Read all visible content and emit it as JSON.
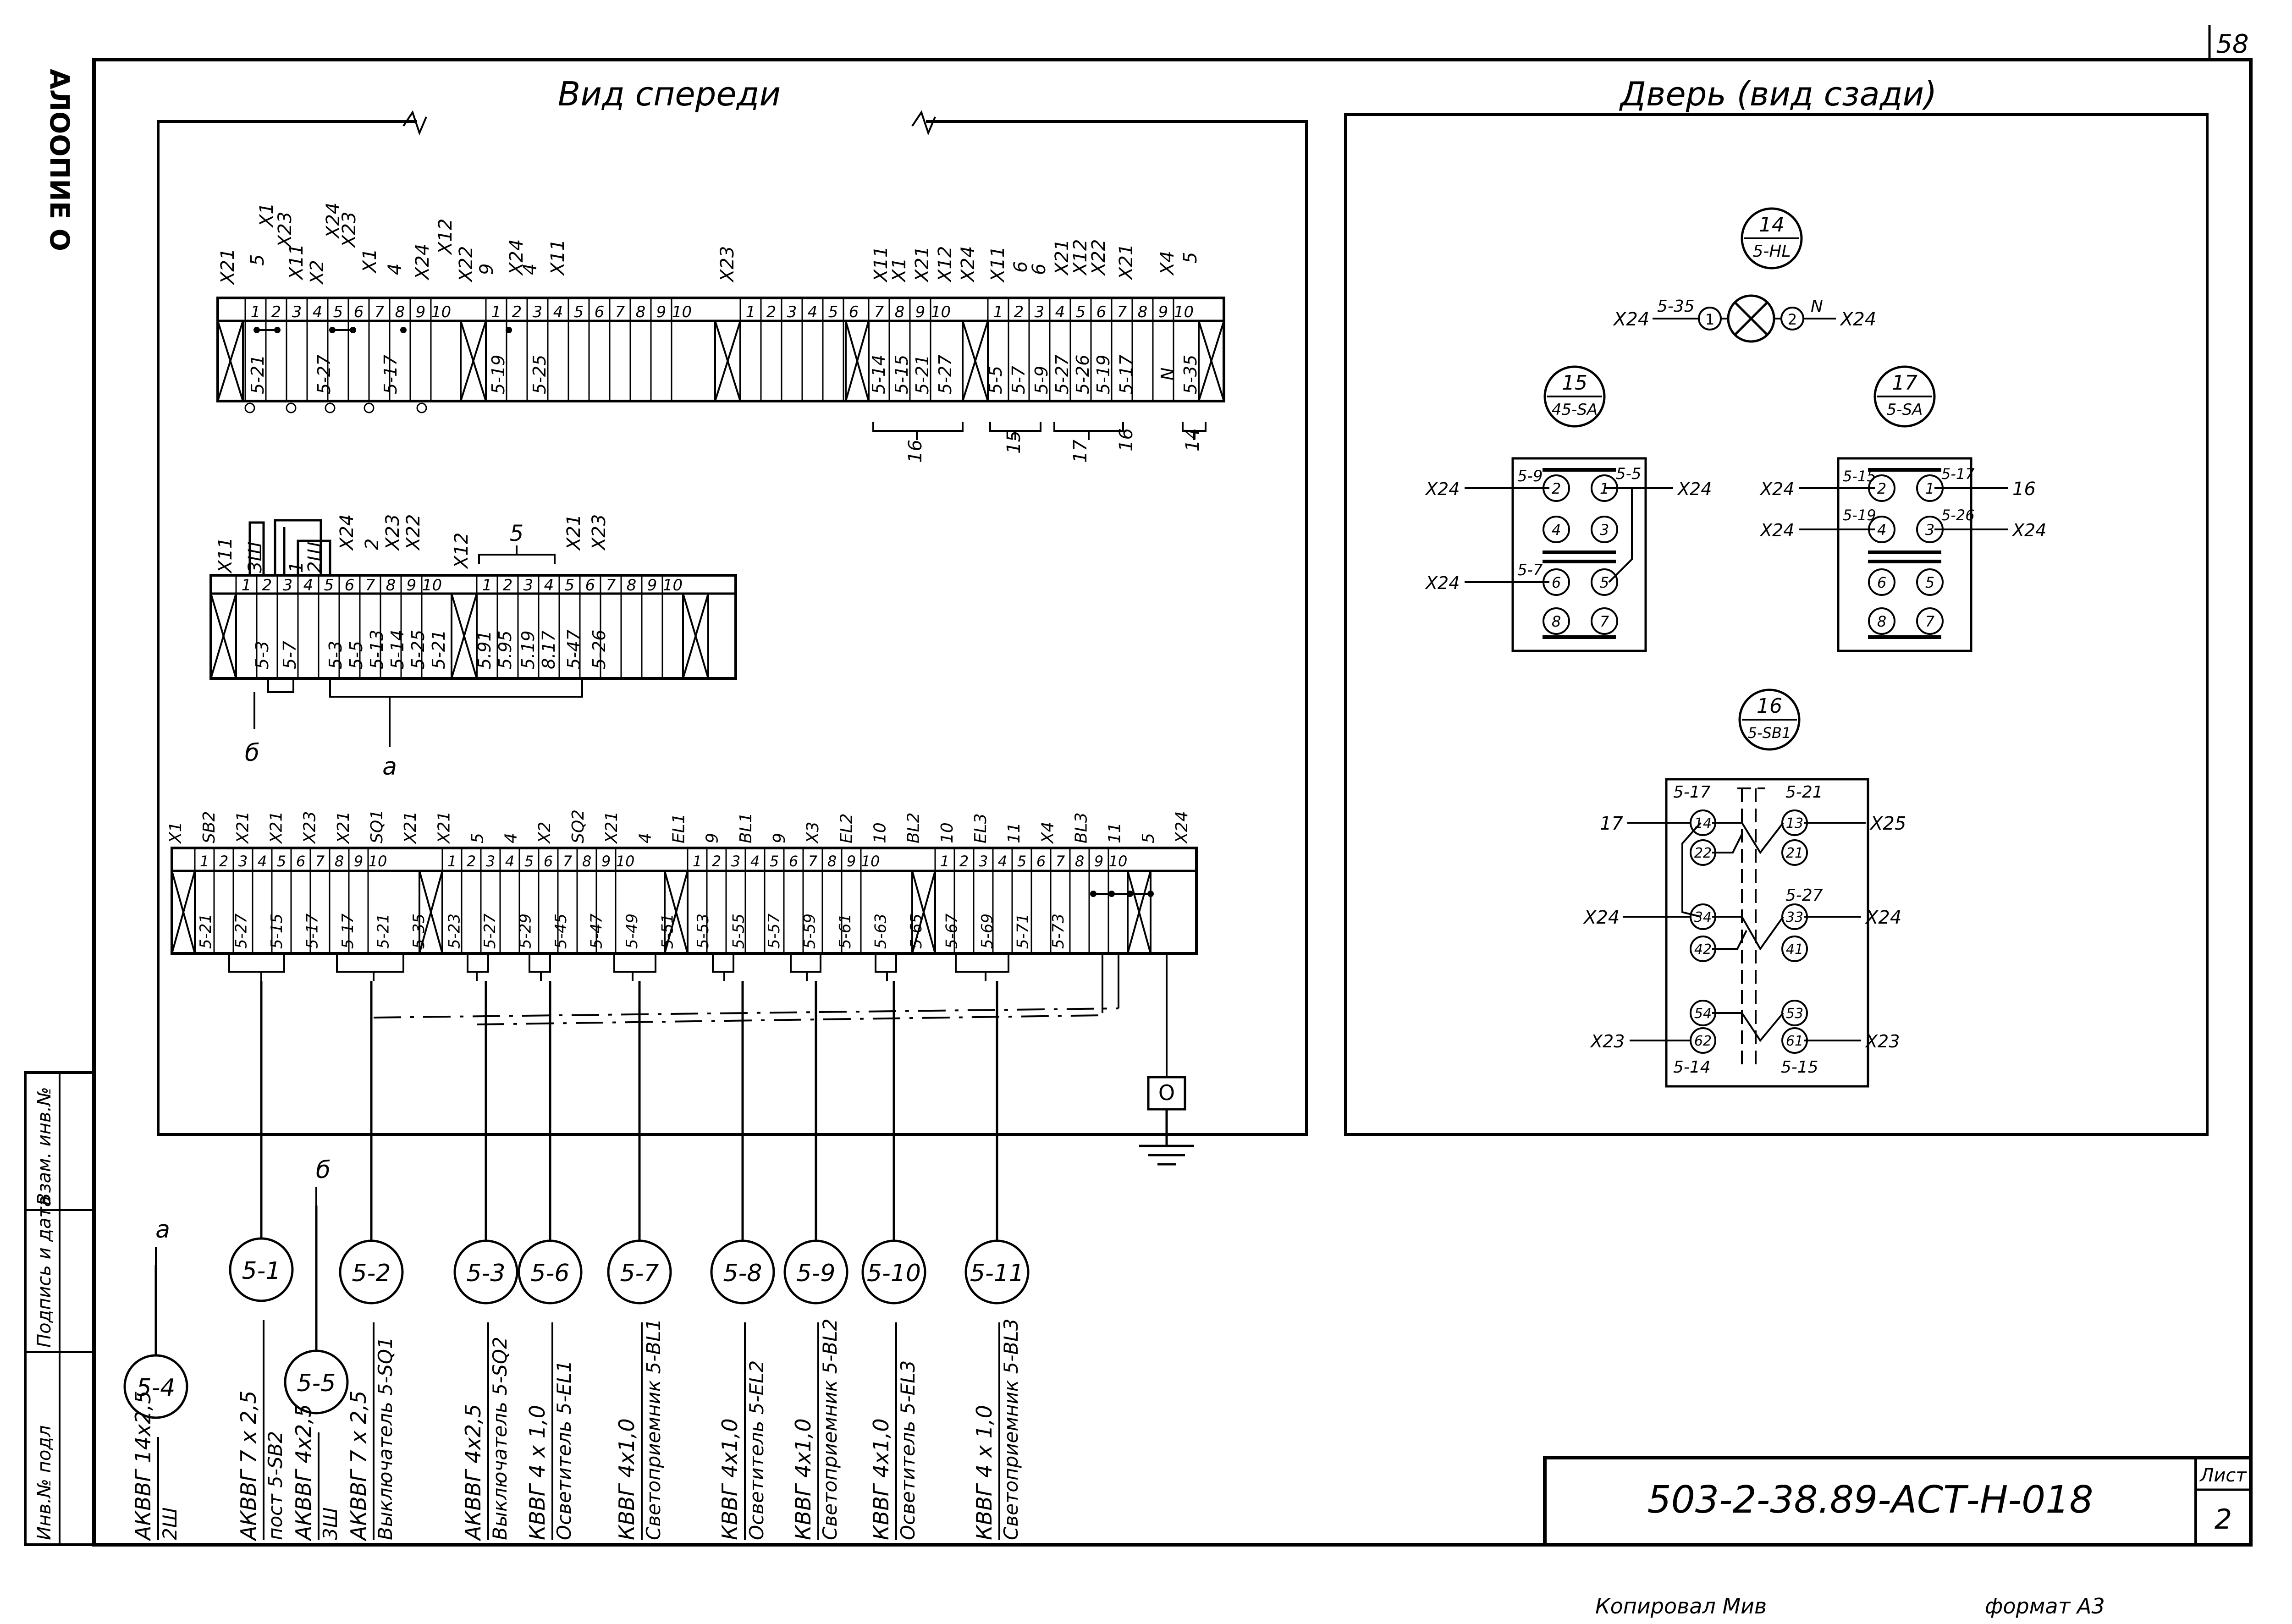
{
  "sheet": {
    "page_number": "58",
    "side_code": "АЛООПИЕ О",
    "stamp_labels": [
      "Инв.№ подл",
      "Подпись и дата",
      "Взам. инв.№"
    ],
    "title_code": "503-2-38.89-АСТ-Н-018",
    "sheet_label": "Лист",
    "sheet_number": "2",
    "footer_left": "Копировал Мив",
    "footer_right": "формат А3"
  },
  "front_view": {
    "title": "Вид спереди",
    "strip1": {
      "group_a": {
        "top": [
          "X21",
          "5",
          "X1",
          "X23",
          "X11",
          "X2",
          "X24",
          "X23",
          "X1",
          "4",
          "X24",
          "X12"
        ],
        "nums": [
          "1",
          "2",
          "3",
          "4",
          "5",
          "6",
          "7",
          "8",
          "9",
          "10"
        ],
        "bottom": [
          "5-21",
          "",
          "5-27",
          "",
          "5-17",
          "",
          "",
          ""
        ]
      },
      "group_b": {
        "top": [
          "X22",
          "9",
          "X24",
          "4",
          "X11"
        ],
        "nums": [
          "1",
          "2",
          "3",
          "4",
          "5",
          "6",
          "7",
          "8",
          "9",
          "10"
        ],
        "bottom": [
          "5-19",
          "",
          "5-25",
          ""
        ]
      },
      "group_c": {
        "top": [
          "X23"
        ],
        "nums": [
          "1",
          "2",
          "3",
          "4",
          "5",
          "6"
        ]
      },
      "group_d": {
        "top": [
          "X11",
          "X1",
          "X21",
          "X12",
          "X24"
        ],
        "nums": [
          "7",
          "8",
          "9",
          "10"
        ],
        "bottom": [
          "5-14",
          "5-15",
          "5-21",
          "5-27"
        ]
      },
      "group_e": {
        "top": [
          "X11",
          "6",
          "6",
          "X21",
          "X12",
          "X22",
          "X21",
          "X4",
          "5"
        ],
        "nums": [
          "1",
          "2",
          "3",
          "4",
          "5",
          "6",
          "7",
          "8",
          "9",
          "10"
        ],
        "bottom": [
          "5-5",
          "5-7",
          "5-9",
          "5-27",
          "5-26",
          "5-19",
          "5-17",
          "N",
          "5-35"
        ]
      },
      "refs": [
        "16",
        "15",
        "17",
        "16",
        "14"
      ]
    },
    "strip2": {
      "top_left": [
        "X11",
        "3Ш",
        "1",
        "2Ш"
      ],
      "top_mid": [
        "X24",
        "2",
        "X23",
        "X22",
        "X12"
      ],
      "top_right": [
        "5",
        "X21",
        "X23"
      ],
      "nums": [
        "1",
        "2",
        "3",
        "4",
        "5",
        "6",
        "7",
        "8",
        "9",
        "10",
        "1",
        "2",
        "3",
        "4",
        "5",
        "6",
        "7",
        "8",
        "9",
        "10"
      ],
      "bottom": [
        "5-3",
        "5-7",
        "",
        "",
        "5-3",
        "5-5",
        "5-13",
        "5-14",
        "5-25",
        "5-21",
        "5.91",
        "5.95",
        "5.19",
        "8.17",
        "5-47",
        "5-26"
      ],
      "lead_a": "а",
      "lead_b": "б"
    },
    "strip3": {
      "top": [
        "X1",
        "SB2",
        "X21",
        "X21",
        "X23",
        "X21",
        "SQ1",
        "X21",
        "X21",
        "5",
        "4",
        "X2",
        "SQ2",
        "X21",
        "4",
        "EL1",
        "9",
        "BL1",
        "9",
        "X3",
        "EL2",
        "10",
        "BL2",
        "10",
        "EL3",
        "11",
        "X4",
        "BL3",
        "11",
        "5",
        "X24"
      ],
      "nums": [
        "1",
        "2",
        "3",
        "4",
        "5",
        "6",
        "7",
        "8",
        "9",
        "10",
        "1",
        "2",
        "3",
        "4",
        "5",
        "6",
        "7",
        "8",
        "9",
        "10",
        "1",
        "2",
        "3",
        "4",
        "5",
        "6",
        "7",
        "8",
        "9",
        "10",
        "1",
        "2",
        "3",
        "4",
        "5",
        "6",
        "7",
        "8",
        "9",
        "10"
      ],
      "bottom": [
        "5-21",
        "5-27",
        "5-15",
        "5-17",
        "5-17",
        "5-21",
        "5-35",
        "5-23",
        "5-27",
        "5-29",
        "5-45",
        "5-47",
        "5-49",
        "5-51",
        "5-53",
        "5-55",
        "5-57",
        "5-59",
        "5-61",
        "5-63",
        "5-65",
        "5-67",
        "5-69",
        "5-71",
        "5-73"
      ]
    },
    "ground_symbol": "O"
  },
  "door_view": {
    "title": "Дверь (вид сзади)",
    "lamp": {
      "id": "14",
      "device": "5-HL",
      "left_ext": "X24",
      "left_wire": "5-35",
      "pin1": "1",
      "pin2": "2",
      "right_wire": "N",
      "right_ext": "X24"
    },
    "switch15": {
      "id": "15",
      "device": "45-SA",
      "wires": {
        "w1": "5-9",
        "w2": "5-5",
        "w3": "5-7"
      },
      "ext": {
        "e1": "X24",
        "e2": "X24",
        "e3": "X24"
      },
      "pins": [
        "2",
        "1",
        "4",
        "3",
        "6",
        "5",
        "8",
        "7"
      ]
    },
    "switch17": {
      "id": "17",
      "device": "5-SA",
      "wires": {
        "w1": "5-15",
        "w2": "5-17",
        "w3": "5-19",
        "w4": "5-26"
      },
      "ext": {
        "e1": "X24",
        "e2": "16",
        "e3": "X24",
        "e4": "X24"
      },
      "pins": [
        "2",
        "1",
        "4",
        "3",
        "6",
        "5",
        "8",
        "7"
      ]
    },
    "button16": {
      "id": "16",
      "device": "5-SB1",
      "wires": {
        "w1": "5-17",
        "w2": "5-21",
        "w3": "5-27",
        "w4": "5-14",
        "w5": "5-15"
      },
      "ext": {
        "e1": "17",
        "e2": "X25",
        "e3": "X24",
        "e4": "X24",
        "e5": "X23",
        "e6": "X23"
      },
      "pins": [
        "14",
        "13",
        "22",
        "21",
        "34",
        "33",
        "42",
        "41",
        "54",
        "53",
        "62",
        "61"
      ]
    }
  },
  "cables": [
    {
      "id": "5-4",
      "spec": "АКВВГ 14x2,5",
      "target": "2Ш",
      "lead": "а"
    },
    {
      "id": "5-1",
      "spec": "АКВВГ 7 x 2,5",
      "target": "пост 5-SB2"
    },
    {
      "id": "5-5",
      "spec": "АКВВГ 4x2,5",
      "target": "3Ш",
      "lead": "б"
    },
    {
      "id": "5-2",
      "spec": "АКВВГ 7 x 2,5",
      "target": "Выключатель 5-SQ1"
    },
    {
      "id": "5-3",
      "spec": "АКВВГ 4x2,5",
      "target": "Выключатель 5-SQ2"
    },
    {
      "id": "5-6",
      "spec": "КВВГ 4 x 1,0",
      "target": "Осветитель 5-EL1"
    },
    {
      "id": "5-7",
      "spec": "КВВГ 4x1,0",
      "target": "Светоприемник 5-BL1"
    },
    {
      "id": "5-8",
      "spec": "КВВГ 4x1,0",
      "target": "Осветитель 5-EL2"
    },
    {
      "id": "5-9",
      "spec": "КВВГ 4x1,0",
      "target": "Светоприемник 5-BL2"
    },
    {
      "id": "5-10",
      "spec": "КВВГ 4x1,0",
      "target": "Осветитель 5-EL3"
    },
    {
      "id": "5-11",
      "spec": "КВВГ 4 x 1,0",
      "target": "Светоприемник 5-BL3"
    }
  ]
}
